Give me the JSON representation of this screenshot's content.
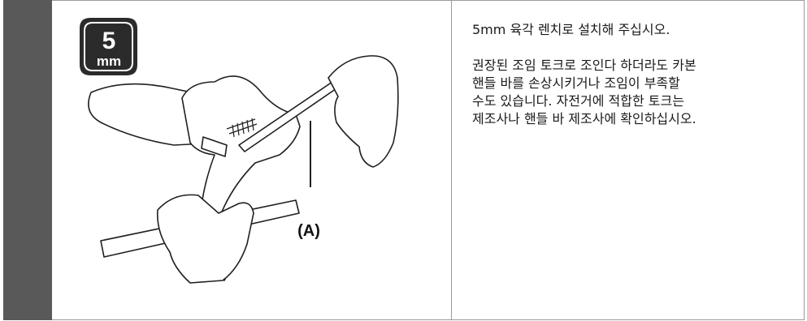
{
  "tool_badge": {
    "number": "5",
    "unit": "mm",
    "icon": "hex-wrench-size-icon"
  },
  "illustration": {
    "callout_label": "(A)",
    "icon": "hex-wrench-installation-illustration"
  },
  "instructions": {
    "line1": "5mm 육각 렌치로 설치해 주십시오.",
    "paragraph2": "권장된 조임 토크로 조인다 하더라도 카본\n핸들 바를 손상시키거나 조임이 부족할\n수도 있습니다. 자전거에 적합한 토크는\n제조사나 핸들 바 제조사에 확인하십시오."
  },
  "colors": {
    "left_bar": "#595959",
    "border": "#9b9b9b",
    "badge": "#2b2b2b"
  }
}
